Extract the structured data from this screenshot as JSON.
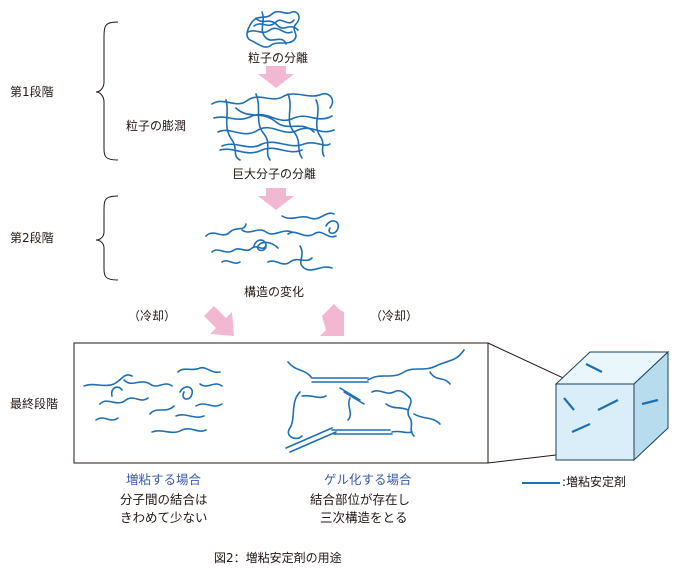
{
  "stages": {
    "stage1": "第1段階",
    "stage2": "第2段階",
    "final": "最終段階"
  },
  "steps": {
    "particle_separation": "粒子の分離",
    "particle_swelling": "粒子の膨潤",
    "macromolecule_separation": "巨大分子の分離",
    "structure_change": "構造の変化",
    "cooling_left": "（冷却）",
    "cooling_right": "（冷却）"
  },
  "cases": {
    "thickening": {
      "title": "増粘する場合",
      "line1": "分子間の結合は",
      "line2": "きわめて少ない"
    },
    "gelling": {
      "title": "ゲル化する場合",
      "line1": "結合部位が存在し",
      "line2": "三次構造をとる"
    }
  },
  "legend": {
    "label": ":増粘安定剤"
  },
  "caption": "図2：増粘安定剤の用途",
  "colors": {
    "strand": "#1e6fb5",
    "arrow": "#f2b8d2",
    "case_title": "#3a5aa8",
    "cube_front": "#d9eef8",
    "cube_top": "#e9f6fc",
    "cube_side": "#b7dcee"
  }
}
